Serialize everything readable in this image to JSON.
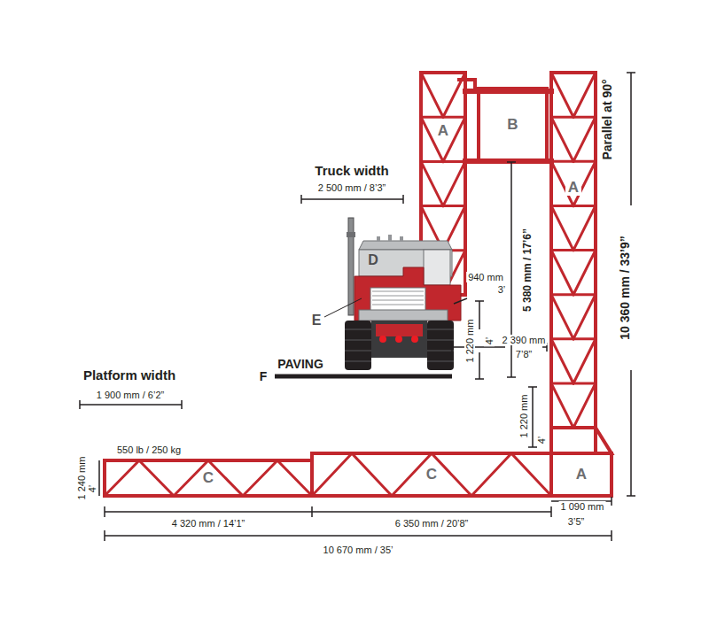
{
  "diagram": {
    "nodes": [
      {
        "text": [
          "A"
        ]
      },
      {
        "text": [
          "B"
        ]
      },
      {
        "text": [
          "A"
        ]
      },
      {
        "text": [
          "C"
        ]
      },
      {
        "text": [
          "C"
        ]
      },
      {
        "text": [
          "A"
        ]
      }
    ],
    "labels": [
      "Truck width",
      "2 500 mm / 8’3”",
      "D",
      "940 mm",
      "3’",
      "E",
      "5 380 mm / 17’6”",
      "Parallel at 90°",
      "10 360 mm / 33’9”",
      "1 220 mm",
      "4’",
      "2 390 mm",
      "7’8”",
      "F",
      "PAVING",
      "Platform width",
      "1 900 mm / 6’2”",
      "1 220 mm",
      "4’",
      "1 240 mm",
      "4’",
      "550 lb / 250 kg",
      "1 090 mm",
      "3’5”",
      "4 320 mm / 14’1”",
      "6 350 mm / 20’8”",
      "10 670 mm / 35’"
    ]
  }
}
